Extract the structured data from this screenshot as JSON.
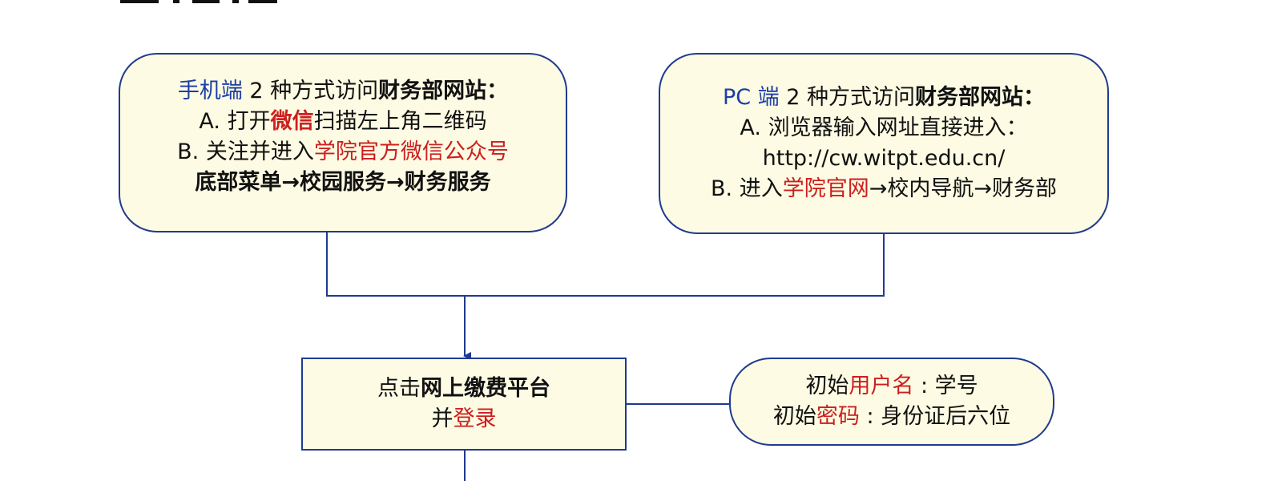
{
  "mobile_box": {
    "line1": {
      "prefix": "手机端",
      "middle": " 2 种方式访问",
      "bold": "财务部网站",
      "suffix": "："
    },
    "line2": {
      "prefix": "A. 打开",
      "red": "微信",
      "suffix": "扫描左上角二维码"
    },
    "line3": {
      "prefix": "B. 关注并进入",
      "red": "学院官方微信公众号"
    },
    "line4": "底部菜单→校园服务→财务服务"
  },
  "pc_box": {
    "line1": {
      "prefix": "PC 端",
      "middle": " 2 种方式访问",
      "bold": "财务部网站",
      "suffix": "："
    },
    "line2": "A. 浏览器输入网址直接进入：",
    "line3": "http://cw.witpt.edu.cn/",
    "line4": {
      "prefix": "B. 进入",
      "red": "学院官网",
      "suffix": "→校内导航→财务部"
    }
  },
  "login_box": {
    "line1": {
      "prefix": "点击",
      "bold": "网上缴费平台"
    },
    "line2": {
      "prefix": "并",
      "red": "登录"
    }
  },
  "account_box": {
    "line1": {
      "prefix": "初始",
      "red": "用户名",
      "suffix": " : 学号"
    },
    "line2": {
      "prefix": "初始",
      "red": "密码",
      "suffix": " : 身份证后六位"
    }
  },
  "colors": {
    "box_fill": "#fdfbe3",
    "box_border": "#1f3b8f",
    "accent_blue": "#1c3ea8",
    "accent_red": "#cc1f1f"
  }
}
